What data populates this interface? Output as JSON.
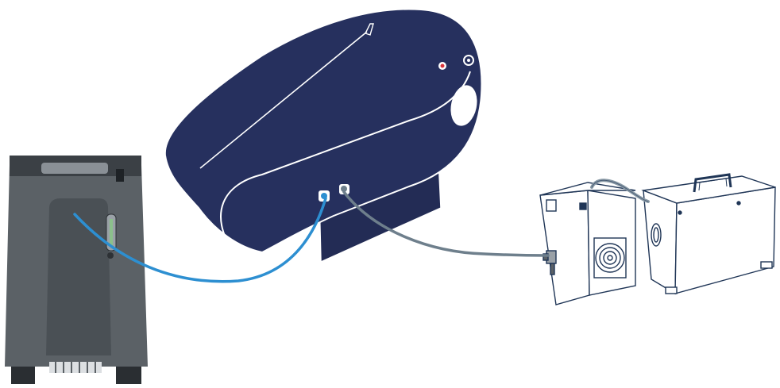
{
  "diagram": {
    "components": [
      {
        "id": "oxygen-concentrator",
        "kind": "oxygen concentrator",
        "icon": "oxygen-concentrator-icon"
      },
      {
        "id": "hyperbaric-chamber",
        "kind": "soft hyperbaric chamber",
        "icon": "hyperbaric-chamber-icon"
      },
      {
        "id": "air-cooler",
        "kind": "air cooler / dehumidifier unit",
        "icon": "air-cooler-icon"
      },
      {
        "id": "air-compressor",
        "kind": "air compressor",
        "icon": "air-compressor-icon"
      }
    ],
    "connections": [
      {
        "from": "oxygen-concentrator",
        "to": "hyperbaric-chamber",
        "hose_color": "#2d8fd1"
      },
      {
        "from": "air-cooler",
        "to": "hyperbaric-chamber",
        "hose_color": "#6e7f8c"
      },
      {
        "from": "air-compressor",
        "to": "air-cooler",
        "hose_color": "#8a9aa6"
      }
    ],
    "colors": {
      "chamber": "#26305e",
      "concentrator_body": "#5b6166",
      "concentrator_dark": "#3b4045",
      "line_art": "#1f3556"
    }
  }
}
